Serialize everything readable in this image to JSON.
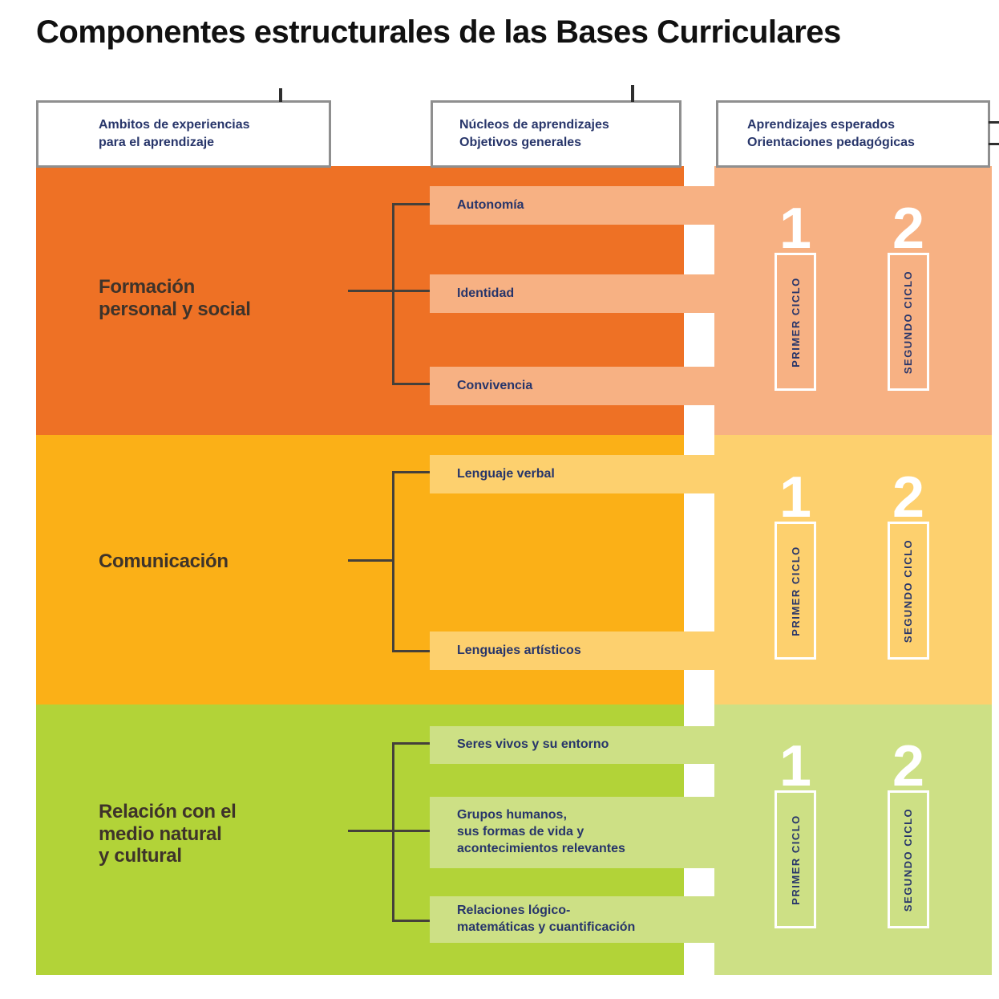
{
  "title": "Componentes estructurales de las Bases Curriculares",
  "column_headers": [
    {
      "lines": [
        "Ambitos de experiencias",
        "para el aprendizaje"
      ]
    },
    {
      "lines": [
        "Núcleos de aprendizajes",
        "Objetivos generales"
      ]
    },
    {
      "lines": [
        "Aprendizajes esperados",
        "Orientaciones pedagógicas"
      ]
    }
  ],
  "cycle_columns": [
    {
      "number": "1",
      "label": "PRIMER CICLO"
    },
    {
      "number": "2",
      "label": "SEGUNDO CICLO"
    }
  ],
  "sections": [
    {
      "ambito": {
        "lines": [
          "Formación",
          "personal y social"
        ]
      },
      "nucleos": [
        {
          "lines": [
            "Autonomía"
          ]
        },
        {
          "lines": [
            "Identidad"
          ]
        },
        {
          "lines": [
            "Convivencia"
          ]
        }
      ],
      "colors": {
        "band": "#ee7125",
        "light": "#f7b183"
      }
    },
    {
      "ambito": {
        "lines": [
          "Comunicación"
        ]
      },
      "nucleos": [
        {
          "lines": [
            "Lenguaje verbal"
          ]
        },
        {
          "lines": [
            "Lenguajes artísticos"
          ]
        }
      ],
      "colors": {
        "band": "#fbb017",
        "light": "#fdd06e"
      }
    },
    {
      "ambito": {
        "lines": [
          "Relación con el",
          "medio natural",
          "y cultural"
        ]
      },
      "nucleos": [
        {
          "lines": [
            "Seres vivos y su entorno"
          ]
        },
        {
          "lines": [
            "Grupos humanos,",
            "sus formas de vida y",
            "acontecimientos relevantes"
          ]
        },
        {
          "lines": [
            "Relaciones lógico-",
            "matemáticas y cuantificación"
          ]
        }
      ],
      "colors": {
        "band": "#b2d338",
        "light": "#cde085"
      }
    }
  ],
  "palette": {
    "header_text": "#27356a",
    "header_border": "#8f8f8f",
    "ambito_text": "#3e332a",
    "nucleo_text": "#27356a",
    "connector_line": "#45403a",
    "cycle_number_color": "#ffffff",
    "cycle_box_border": "#ffffff",
    "background": "#ffffff"
  }
}
